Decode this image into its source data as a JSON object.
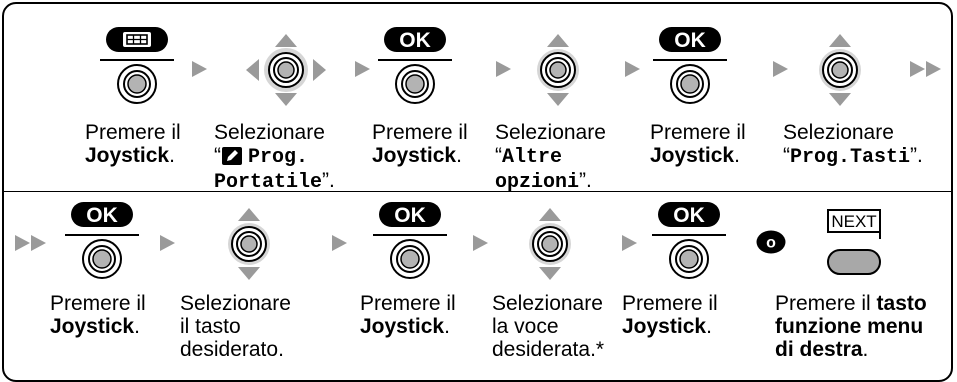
{
  "row1": [
    {
      "line1": "Premere il",
      "line2": "Joystick",
      "line2_suffix": "."
    },
    {
      "line1": "Selezionare",
      "q_open": "“",
      "q_text": "Prog.",
      "line3": "Portatile",
      "line3_suffix": "”."
    },
    {
      "line1": "Premere il",
      "line2": "Joystick",
      "line2_suffix": "."
    },
    {
      "line1": "Selezionare",
      "q_open": "“",
      "q_text": "Altre",
      "line3": "opzioni",
      "line3_suffix": "”."
    },
    {
      "line1": "Premere il",
      "line2": "Joystick",
      "line2_suffix": "."
    },
    {
      "line1": "Selezionare",
      "q_open": "“",
      "q_text": "Prog.Tasti",
      "q_close": "”."
    }
  ],
  "row2": [
    {
      "line1": "Premere il",
      "line2": "Joystick",
      "line2_suffix": "."
    },
    {
      "line1": "Selezionare",
      "line2": "il tasto",
      "line3": "desiderato."
    },
    {
      "line1": "Premere il",
      "line2": "Joystick",
      "line2_suffix": "."
    },
    {
      "line1": "Selezionare",
      "line2": "la voce",
      "line3": "desiderata.*"
    },
    {
      "line1": "Premere il",
      "line2": "Joystick",
      "line2_suffix": "."
    },
    {
      "line1": "Premere il ",
      "line1_bold": "tasto",
      "line2": "funzione menu",
      "line3": "di destra",
      "line3_suffix": "."
    }
  ],
  "ok_label": "OK",
  "or_label": "o",
  "next_label": "NEXT"
}
